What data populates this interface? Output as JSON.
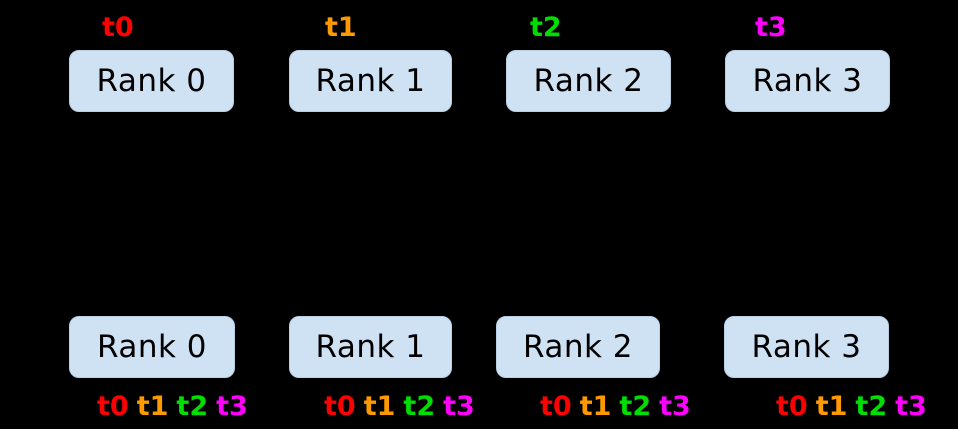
{
  "background_color": "#000000",
  "box_style": {
    "fill": "#cfe2f3",
    "text_color": "#000000"
  },
  "tags": {
    "t0": {
      "label": "t0",
      "color": "#ff0000"
    },
    "t1": {
      "label": "t1",
      "color": "#ff9900"
    },
    "t2": {
      "label": "t2",
      "color": "#00dd00"
    },
    "t3": {
      "label": "t3",
      "color": "#ff00ff"
    }
  },
  "top_row": {
    "ranks": [
      {
        "label": "Rank 0",
        "tag": "t0"
      },
      {
        "label": "Rank 1",
        "tag": "t1"
      },
      {
        "label": "Rank 2",
        "tag": "t2"
      },
      {
        "label": "Rank 3",
        "tag": "t3"
      }
    ]
  },
  "bottom_row": {
    "ranks": [
      {
        "label": "Rank 0",
        "tags": [
          "t0",
          "t1",
          "t2",
          "t3"
        ]
      },
      {
        "label": "Rank 1",
        "tags": [
          "t0",
          "t1",
          "t2",
          "t3"
        ]
      },
      {
        "label": "Rank 2",
        "tags": [
          "t0",
          "t1",
          "t2",
          "t3"
        ]
      },
      {
        "label": "Rank 3",
        "tags": [
          "t0",
          "t1",
          "t2",
          "t3"
        ]
      }
    ]
  }
}
